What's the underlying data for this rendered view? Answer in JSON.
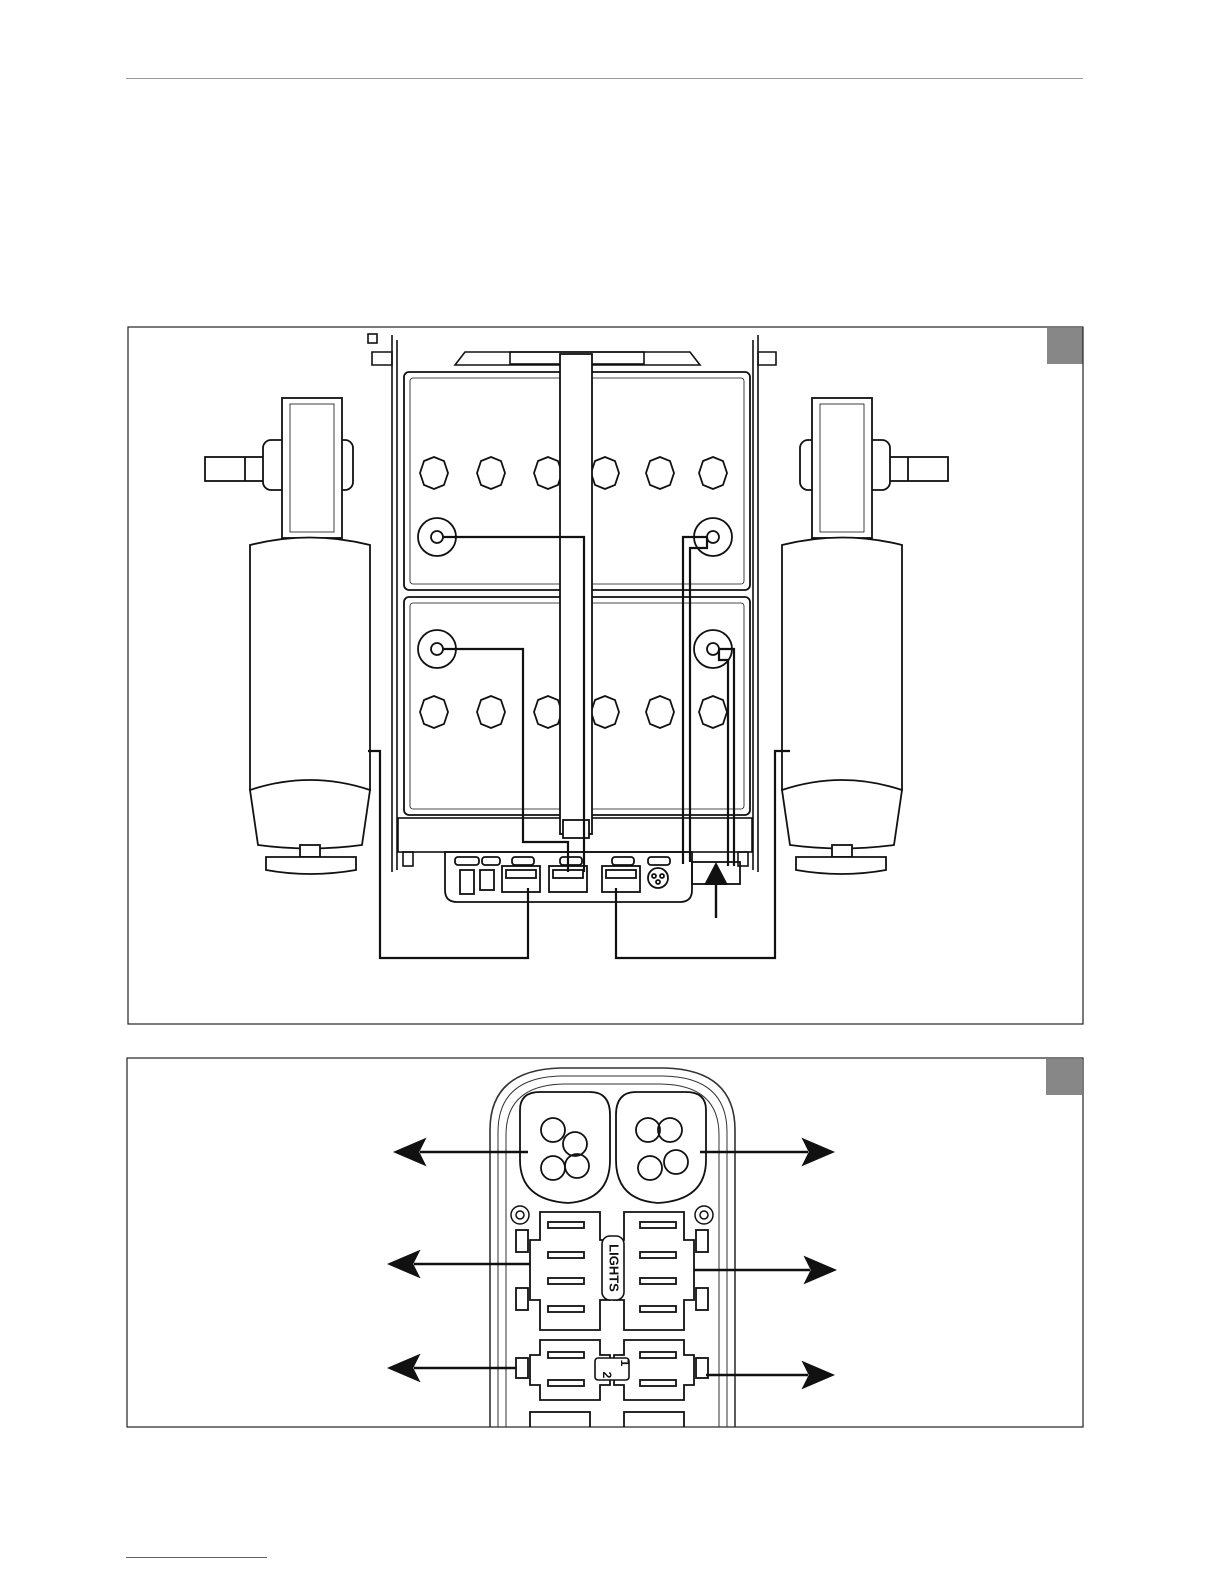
{
  "figure_top": {
    "label_color": "#878787"
  },
  "figure_bottom": {
    "label_color": "#878787",
    "lights_label": "LIGHTS",
    "fuse_label_1": "1",
    "fuse_label_2": "2"
  }
}
